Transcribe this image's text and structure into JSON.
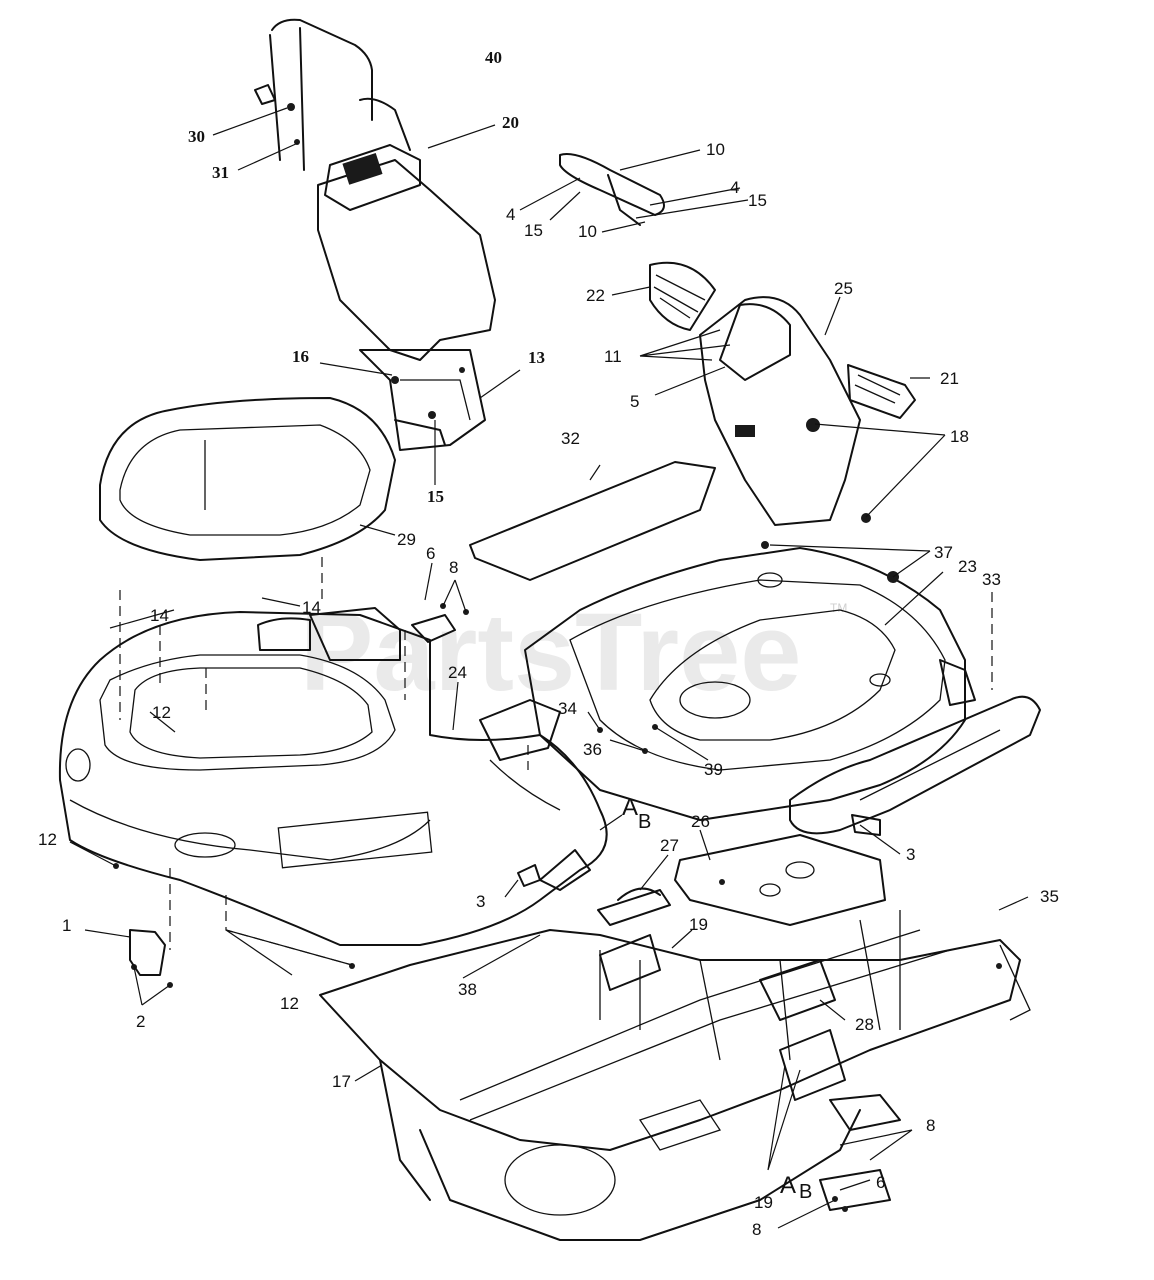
{
  "watermark": {
    "text": "PartsTree",
    "trademark": "TM"
  },
  "callouts": [
    {
      "id": "c40",
      "text": "40",
      "bold": true
    },
    {
      "id": "c30",
      "text": "30",
      "bold": true
    },
    {
      "id": "c20",
      "text": "20",
      "bold": true
    },
    {
      "id": "c31",
      "text": "31",
      "bold": true
    },
    {
      "id": "c16",
      "text": "16",
      "bold": true
    },
    {
      "id": "c13",
      "text": "13",
      "bold": true
    },
    {
      "id": "c15a",
      "text": "15",
      "bold": true
    },
    {
      "id": "c10a",
      "text": "10"
    },
    {
      "id": "c4a",
      "text": "4"
    },
    {
      "id": "c4b",
      "text": "4"
    },
    {
      "id": "c15b",
      "text": "15"
    },
    {
      "id": "c15c",
      "text": "15"
    },
    {
      "id": "c10b",
      "text": "10"
    },
    {
      "id": "c22",
      "text": "22"
    },
    {
      "id": "c25",
      "text": "25"
    },
    {
      "id": "c11",
      "text": "11"
    },
    {
      "id": "c21",
      "text": "21"
    },
    {
      "id": "c5",
      "text": "5"
    },
    {
      "id": "c18",
      "text": "18"
    },
    {
      "id": "c32",
      "text": "32"
    },
    {
      "id": "c29",
      "text": "29"
    },
    {
      "id": "c6a",
      "text": "6"
    },
    {
      "id": "c8a",
      "text": "8"
    },
    {
      "id": "c37",
      "text": "37"
    },
    {
      "id": "c23",
      "text": "23"
    },
    {
      "id": "c33",
      "text": "33"
    },
    {
      "id": "c14a",
      "text": "14"
    },
    {
      "id": "c14b",
      "text": "14"
    },
    {
      "id": "c24",
      "text": "24"
    },
    {
      "id": "c12a",
      "text": "12"
    },
    {
      "id": "c34",
      "text": "34"
    },
    {
      "id": "c36",
      "text": "36"
    },
    {
      "id": "c39",
      "text": "39"
    },
    {
      "id": "c12b",
      "text": "12"
    },
    {
      "id": "c3a",
      "text": "3"
    },
    {
      "id": "c26",
      "text": "26"
    },
    {
      "id": "c27",
      "text": "27"
    },
    {
      "id": "c3b",
      "text": "3"
    },
    {
      "id": "c35",
      "text": "35"
    },
    {
      "id": "c1",
      "text": "1"
    },
    {
      "id": "c19a",
      "text": "19"
    },
    {
      "id": "c2",
      "text": "2"
    },
    {
      "id": "c12c",
      "text": "12"
    },
    {
      "id": "c38",
      "text": "38"
    },
    {
      "id": "c28",
      "text": "28"
    },
    {
      "id": "c17",
      "text": "17"
    },
    {
      "id": "c8b",
      "text": "8"
    },
    {
      "id": "c6b",
      "text": "6"
    },
    {
      "id": "c19b",
      "text": "19"
    },
    {
      "id": "c8c",
      "text": "8"
    }
  ],
  "markers": [
    {
      "id": "ab1",
      "a": "A",
      "b": "B"
    },
    {
      "id": "ab2",
      "a": "A",
      "b": "B"
    }
  ]
}
